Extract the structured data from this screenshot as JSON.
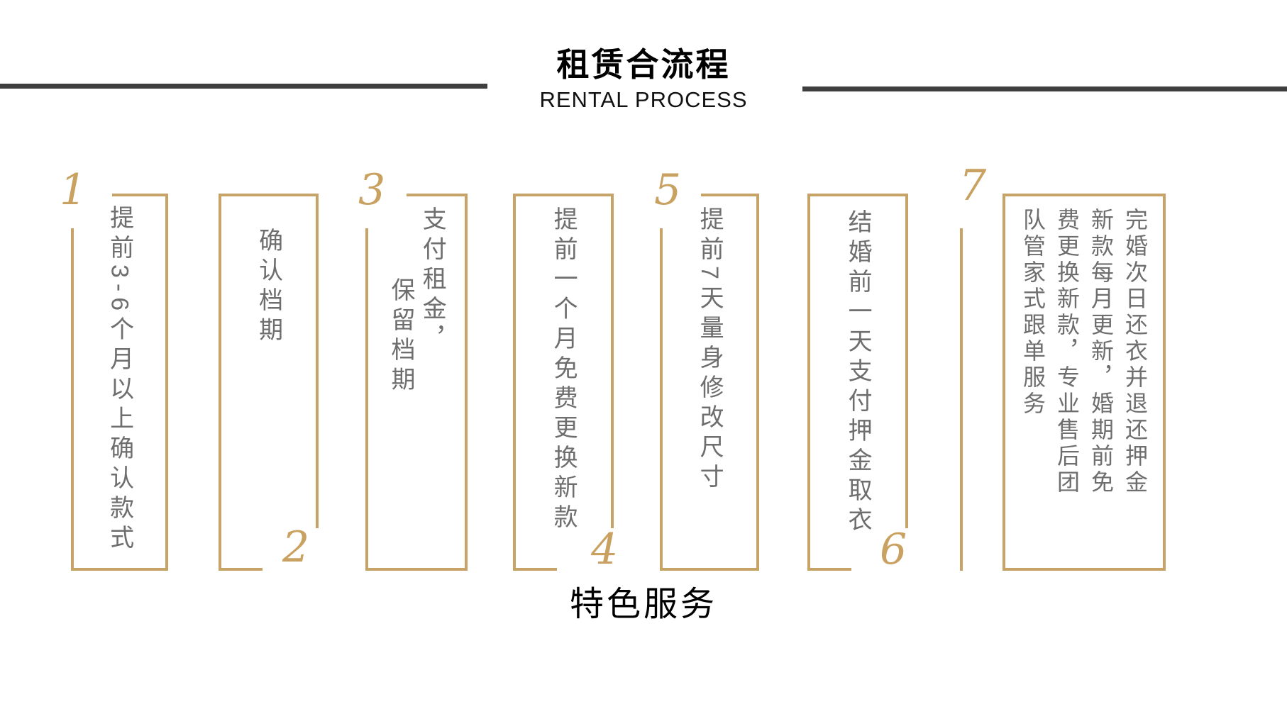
{
  "header": {
    "title_cn": "租赁合流程",
    "title_en": "RENTAL PROCESS"
  },
  "steps": [
    {
      "number": "1",
      "columns": [
        "提前3-6个月以上确认款式"
      ]
    },
    {
      "number": "2",
      "columns": [
        "确认档期"
      ]
    },
    {
      "number": "3",
      "columns": [
        "支付租金，",
        "保留档期"
      ]
    },
    {
      "number": "4",
      "columns": [
        "提前一个月免费更换新款"
      ]
    },
    {
      "number": "5",
      "columns": [
        "提前7天量身修改尺寸"
      ]
    },
    {
      "number": "6",
      "columns": [
        "结婚前一天支付押金取衣"
      ]
    },
    {
      "number": "7",
      "columns": [
        "完婚次日还衣并退还押金",
        "新款每月更新，婚期前免",
        "费更换新款，专业售后团",
        "队管家式跟单服务"
      ]
    }
  ],
  "footer": {
    "title": "特色服务"
  },
  "colors": {
    "gold_border": "#c8a368",
    "gold_number": "#c9a160",
    "text_gray": "#6e6e6e",
    "rule_dark": "#3e3e3e",
    "title_black": "#000000"
  }
}
